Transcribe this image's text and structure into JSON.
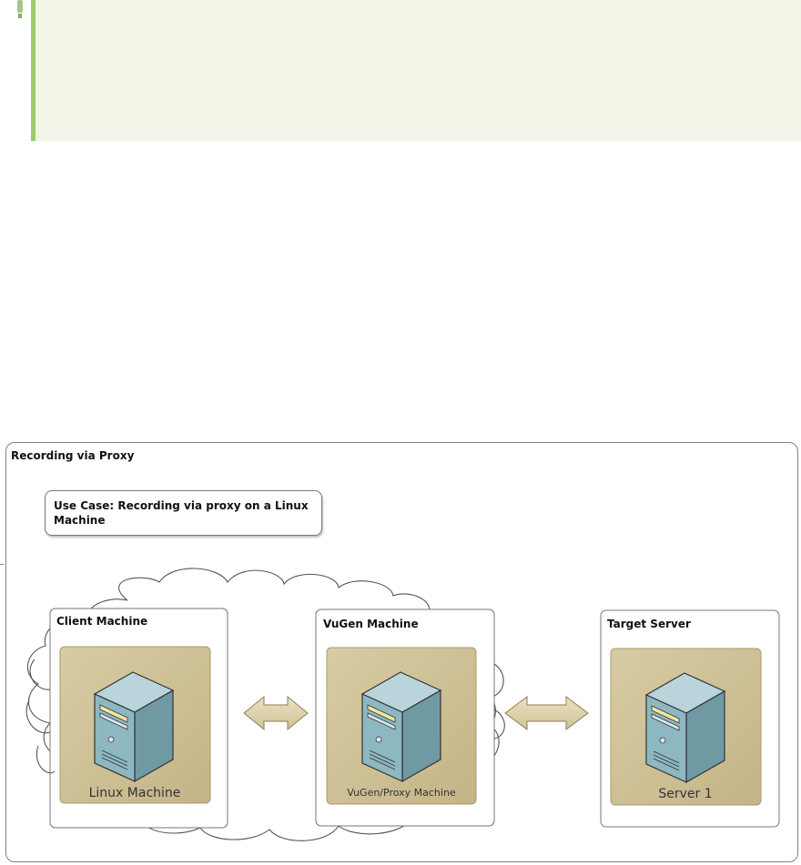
{
  "diagram": {
    "title": "Recording via Proxy",
    "use_case": "Use Case:  Recording via proxy on a Linux Machine",
    "machines": [
      {
        "title": "Client Machine",
        "server_label": "Linux Machine",
        "server_icon": "server-tower-icon"
      },
      {
        "title": "VuGen Machine",
        "server_label": "VuGen/Proxy Machine",
        "server_icon": "server-tower-icon"
      },
      {
        "title": "Target Server",
        "server_label": "Server 1",
        "server_icon": "server-tower-icon"
      }
    ],
    "connectors": [
      "double-arrow-icon",
      "double-arrow-icon"
    ],
    "network": "cloud-icon"
  },
  "colors": {
    "note_bg": "#f0f5e8",
    "note_bar": "#9acd6a",
    "server_panel": "#cdbf96",
    "arrow_fill": "#ddd2a8",
    "server_front": "#8db8c2"
  }
}
